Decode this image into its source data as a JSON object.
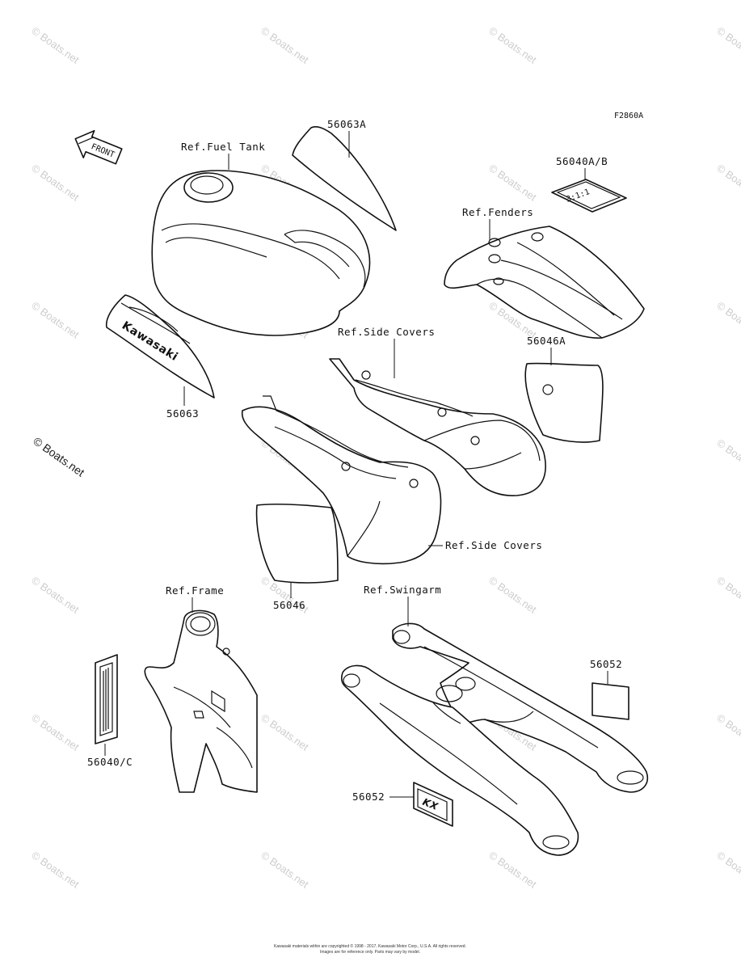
{
  "figure_code": "F2860A",
  "front_arrow_label": "FRONT",
  "watermark_text": "© Boats.net",
  "labels": {
    "fuel_tank": "Ref.Fuel Tank",
    "p56063A": "56063A",
    "p56040AB": "56040A/B",
    "fenders": "Ref.Fenders",
    "p56063": "56063",
    "side_covers_upper": "Ref.Side Covers",
    "p56046A": "56046A",
    "side_covers_lower": "Ref.Side Covers",
    "p56046": "56046",
    "frame": "Ref.Frame",
    "swingarm": "Ref.Swingarm",
    "p56052_upper": "56052",
    "p56040C": "56040/C",
    "p56052_lower": "56052"
  },
  "decal_texts": {
    "tank_logo": "Kawasaki",
    "ratio_sticker": "3:1:1",
    "kx_sticker": "KX"
  },
  "footer": {
    "line1": "Kawasaki materials within are copyrighted © 1998 - 2017, Kawasaki Motor Corp., U.S.A. All rights reserved.",
    "line2": "Images are for reference only. Parts may vary by model."
  },
  "colors": {
    "line": "#111111",
    "watermark": "#bdbdbd",
    "background": "#ffffff"
  }
}
